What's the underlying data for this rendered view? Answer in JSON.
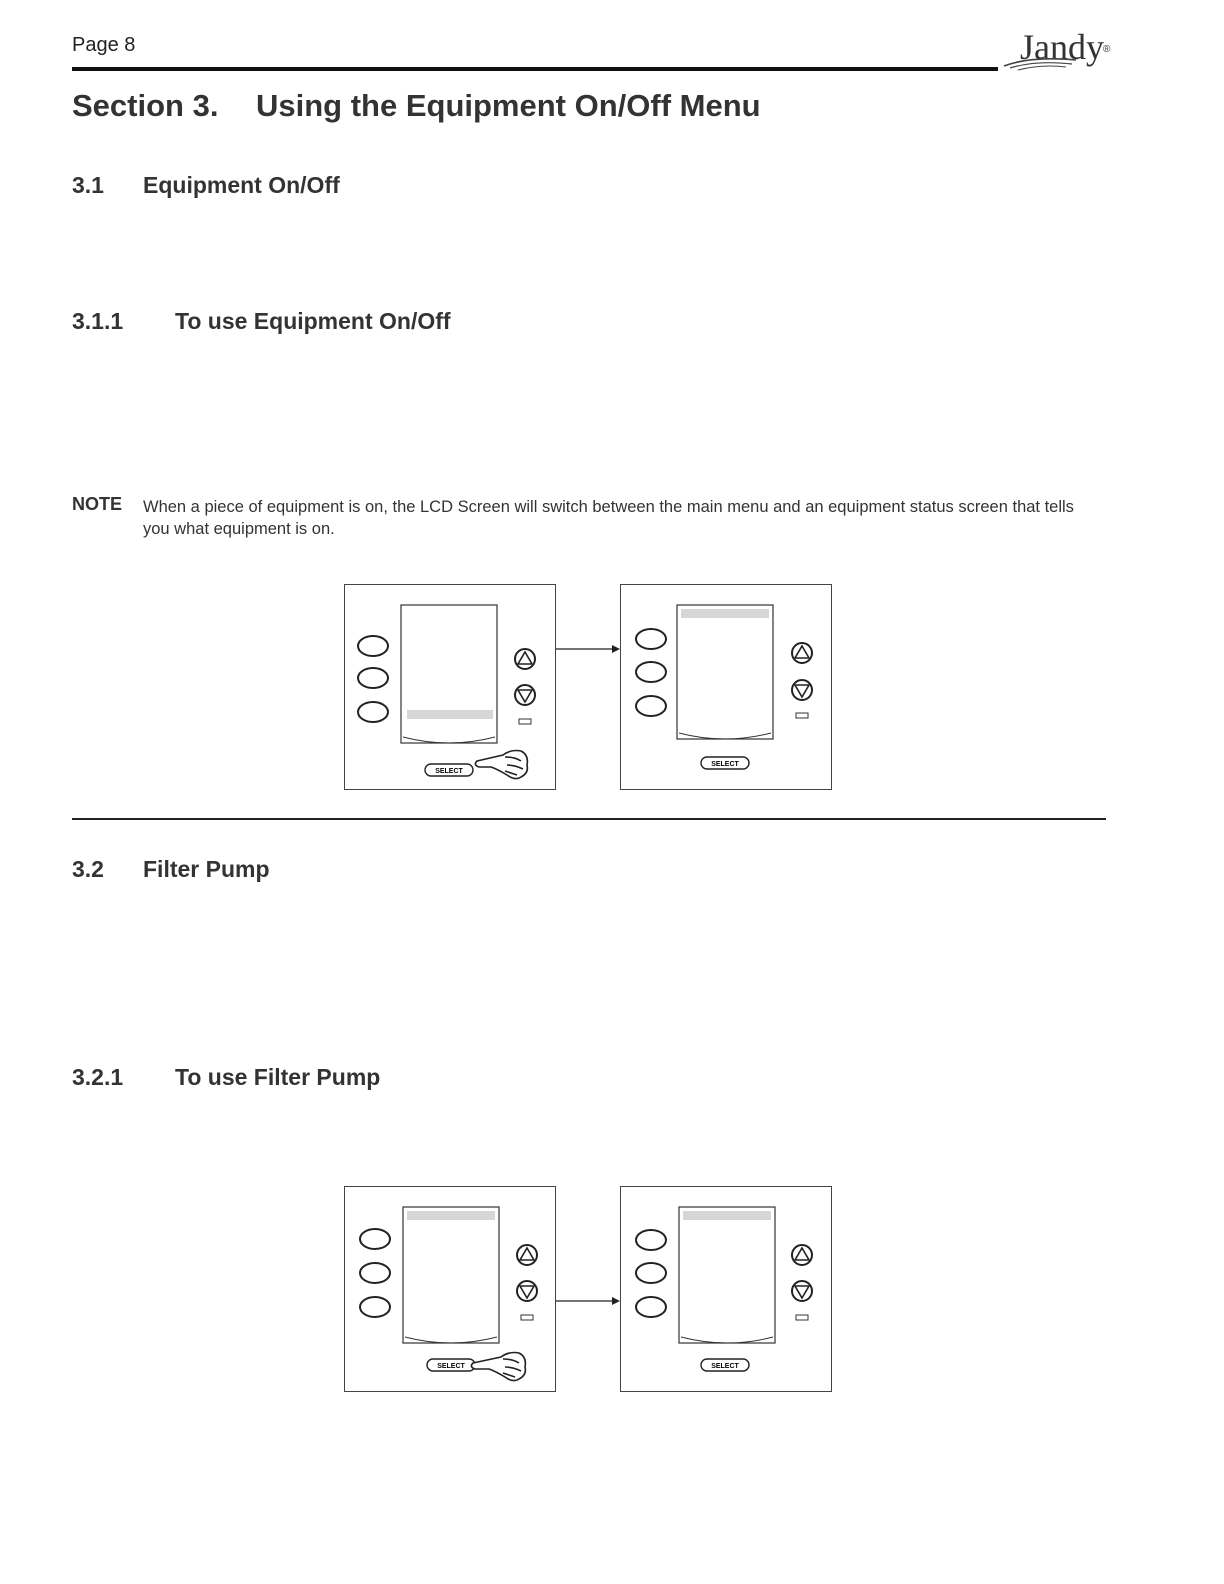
{
  "header": {
    "page_label": "Page 8",
    "logo_text": "Jandy",
    "logo_reg": "®"
  },
  "section": {
    "number": "Section 3.",
    "title": "Using the Equipment On/Off Menu"
  },
  "s3_1": {
    "number": "3.1",
    "title": "Equipment On/Off"
  },
  "s3_1_1": {
    "number": "3.1.1",
    "title": "To use Equipment On/Off"
  },
  "note": {
    "label": "NOTE",
    "text": "When a piece of equipment is on, the LCD Screen will switch between the main menu and an equipment status screen that tells you what equipment is on."
  },
  "s3_2": {
    "number": "3.2",
    "title": "Filter Pump"
  },
  "s3_2_1": {
    "number": "3.2.1",
    "title": "To use Filter Pump"
  },
  "keypad": {
    "select_label": "SELECT"
  }
}
